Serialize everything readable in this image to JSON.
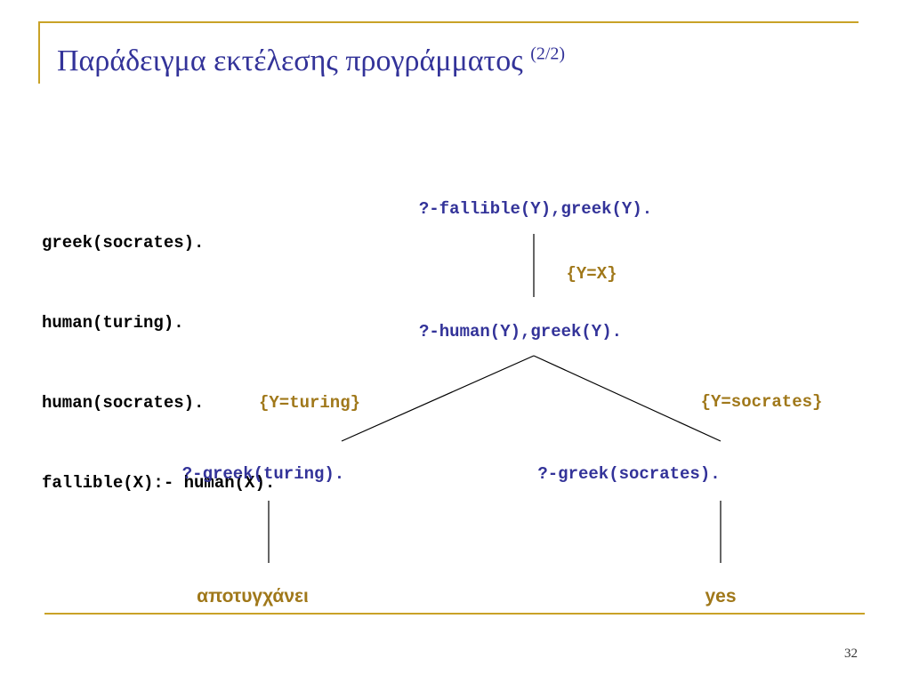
{
  "slide": {
    "title": "Παράδειγμα εκτέλεσης προγράμματος",
    "title_suffix": "(2/2)",
    "page_number": "32"
  },
  "program": [
    "greek(socrates).",
    "human(turing).",
    "human(socrates).",
    "fallible(X):- human(X)."
  ],
  "tree": {
    "root": "?-fallible(Y),greek(Y).",
    "subst_root": "{Y=X}",
    "middle": "?-human(Y),greek(Y).",
    "subst_left": "{Y=turing}",
    "subst_right": "{Y=socrates}",
    "left": "?-greek(turing).",
    "right": "?-greek(socrates).",
    "left_result": "αποτυγχάνει",
    "right_result": "yes"
  },
  "colors": {
    "accent": "#c9a227",
    "title": "#333399",
    "query": "#333399",
    "substitution": "#a0781a",
    "code": "#000000"
  }
}
